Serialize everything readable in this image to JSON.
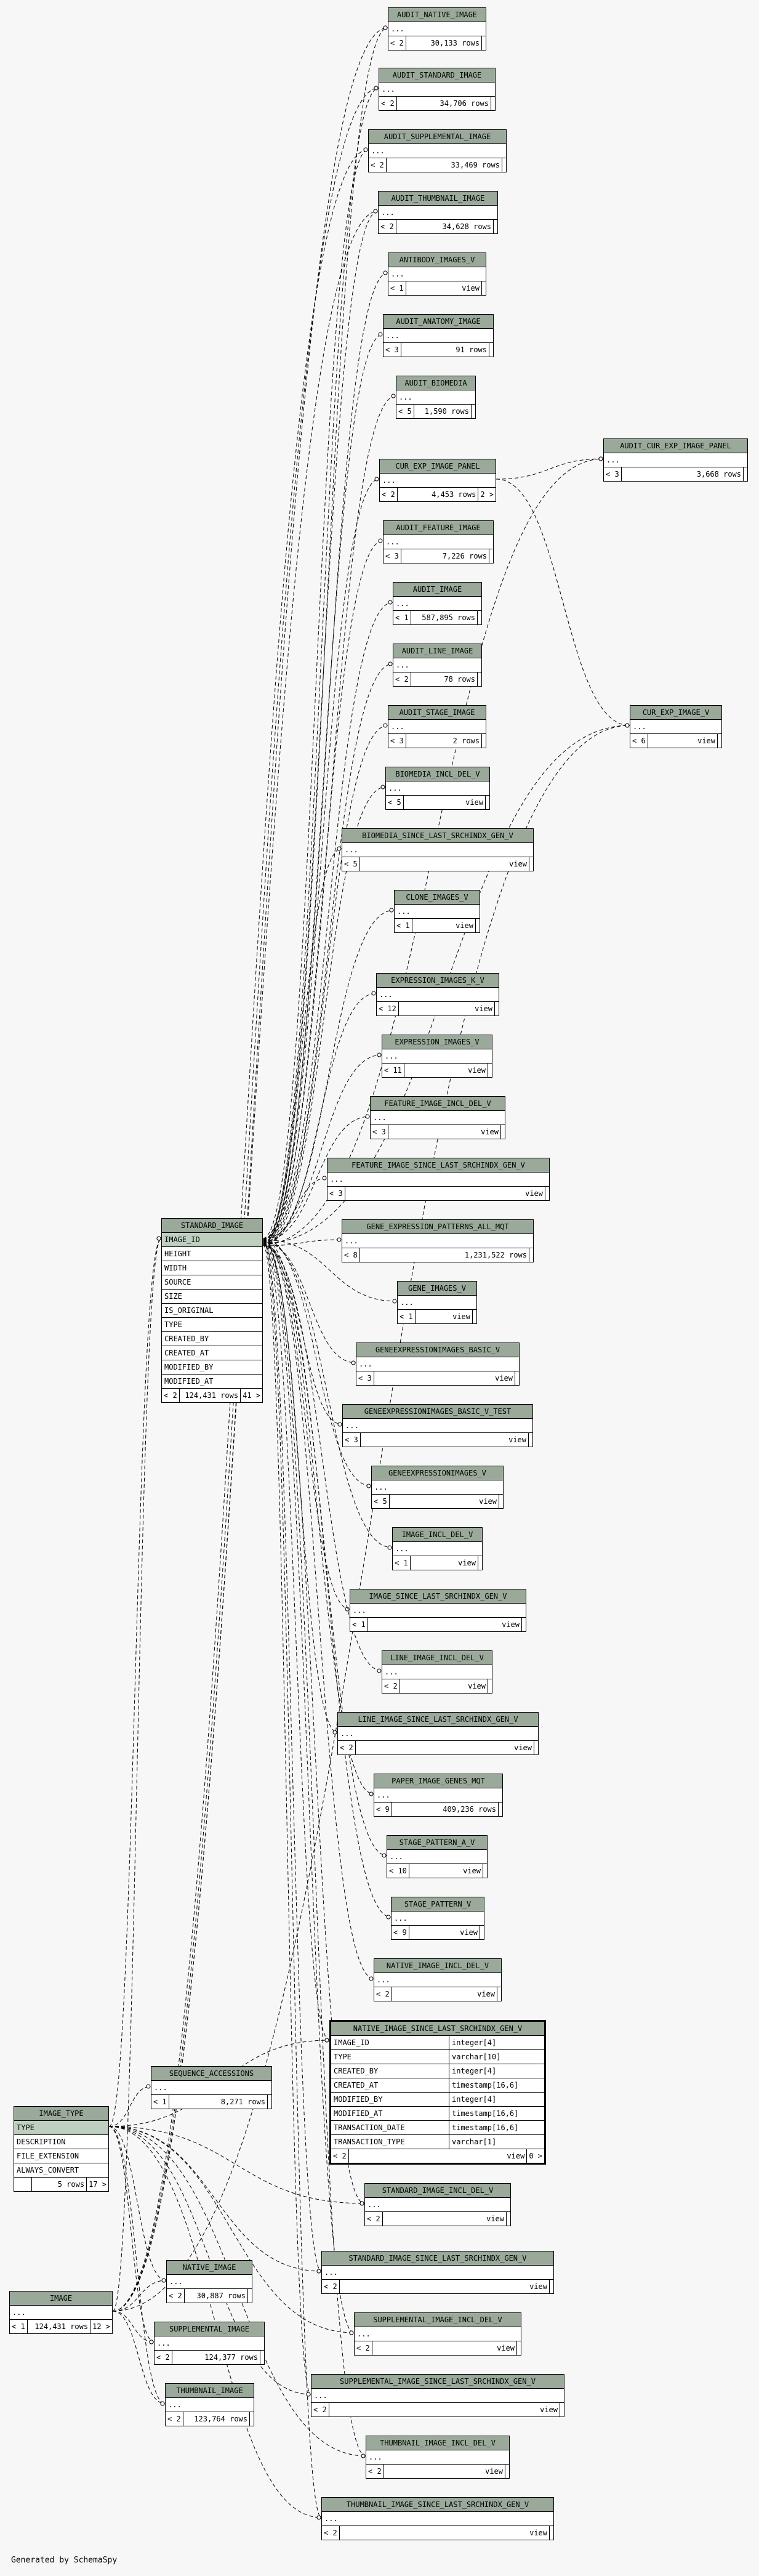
{
  "footer": "Generated by SchemaSpy",
  "colors": {
    "header": "#9aa99a",
    "pk_row": "#bfcfbf",
    "border": "#000000",
    "background": "#f7f7f7"
  },
  "tables": [
    {
      "id": "AUDIT_NATIVE_IMAGE",
      "name": "AUDIT_NATIVE_IMAGE",
      "ellipsis": "...",
      "rows": [
        "< 2",
        "30,133 rows",
        ""
      ]
    },
    {
      "id": "AUDIT_STANDARD_IMAGE",
      "name": "AUDIT_STANDARD_IMAGE",
      "ellipsis": "...",
      "rows": [
        "< 2",
        "34,706 rows",
        ""
      ]
    },
    {
      "id": "AUDIT_SUPPLEMENTAL_IMAGE",
      "name": "AUDIT_SUPPLEMENTAL_IMAGE",
      "ellipsis": "...",
      "rows": [
        "< 2",
        "33,469 rows",
        ""
      ]
    },
    {
      "id": "AUDIT_THUMBNAIL_IMAGE",
      "name": "AUDIT_THUMBNAIL_IMAGE",
      "ellipsis": "...",
      "rows": [
        "< 2",
        "34,628 rows",
        ""
      ]
    },
    {
      "id": "ANTIBODY_IMAGES_V",
      "name": "ANTIBODY_IMAGES_V",
      "ellipsis": "...",
      "rows": [
        "< 1",
        "view",
        ""
      ]
    },
    {
      "id": "AUDIT_ANATOMY_IMAGE",
      "name": "AUDIT_ANATOMY_IMAGE",
      "ellipsis": "...",
      "rows": [
        "< 3",
        "91 rows",
        ""
      ]
    },
    {
      "id": "AUDIT_BIOMEDIA",
      "name": "AUDIT_BIOMEDIA",
      "ellipsis": "...",
      "rows": [
        "< 5",
        "1,590 rows",
        ""
      ]
    },
    {
      "id": "CUR_EXP_IMAGE_PANEL",
      "name": "CUR_EXP_IMAGE_PANEL",
      "ellipsis": "...",
      "rows": [
        "< 2",
        "4,453 rows",
        "2 >"
      ]
    },
    {
      "id": "AUDIT_CUR_EXP_IMAGE_PANEL",
      "name": "AUDIT_CUR_EXP_IMAGE_PANEL",
      "ellipsis": "...",
      "rows": [
        "< 3",
        "3,668 rows",
        ""
      ]
    },
    {
      "id": "AUDIT_FEATURE_IMAGE",
      "name": "AUDIT_FEATURE_IMAGE",
      "ellipsis": "...",
      "rows": [
        "< 3",
        "7,226 rows",
        ""
      ]
    },
    {
      "id": "AUDIT_IMAGE",
      "name": "AUDIT_IMAGE",
      "ellipsis": "...",
      "rows": [
        "< 1",
        "587,895 rows",
        ""
      ]
    },
    {
      "id": "AUDIT_LINE_IMAGE",
      "name": "AUDIT_LINE_IMAGE",
      "ellipsis": "...",
      "rows": [
        "< 2",
        "78 rows",
        ""
      ]
    },
    {
      "id": "AUDIT_STAGE_IMAGE",
      "name": "AUDIT_STAGE_IMAGE",
      "ellipsis": "...",
      "rows": [
        "< 3",
        "2 rows",
        ""
      ]
    },
    {
      "id": "CUR_EXP_IMAGE_V",
      "name": "CUR_EXP_IMAGE_V",
      "ellipsis": "...",
      "rows": [
        "< 6",
        "view",
        ""
      ]
    },
    {
      "id": "BIOMEDIA_INCL_DEL_V",
      "name": "BIOMEDIA_INCL_DEL_V",
      "ellipsis": "...",
      "rows": [
        "< 5",
        "view",
        ""
      ]
    },
    {
      "id": "BIOMEDIA_SINCE_LAST_SRCHINDX_GEN_V",
      "name": "BIOMEDIA_SINCE_LAST_SRCHINDX_GEN_V",
      "ellipsis": "...",
      "rows": [
        "< 5",
        "view",
        ""
      ]
    },
    {
      "id": "CLONE_IMAGES_V",
      "name": "CLONE_IMAGES_V",
      "ellipsis": "...",
      "rows": [
        "< 1",
        "view",
        ""
      ]
    },
    {
      "id": "EXPRESSION_IMAGES_K_V",
      "name": "EXPRESSION_IMAGES_K_V",
      "ellipsis": "...",
      "rows": [
        "< 12",
        "view",
        ""
      ]
    },
    {
      "id": "EXPRESSION_IMAGES_V",
      "name": "EXPRESSION_IMAGES_V",
      "ellipsis": "...",
      "rows": [
        "< 11",
        "view",
        ""
      ]
    },
    {
      "id": "FEATURE_IMAGE_INCL_DEL_V",
      "name": "FEATURE_IMAGE_INCL_DEL_V",
      "ellipsis": "...",
      "rows": [
        "< 3",
        "view",
        ""
      ]
    },
    {
      "id": "FEATURE_IMAGE_SINCE_LAST_SRCHINDX_GEN_V",
      "name": "FEATURE_IMAGE_SINCE_LAST_SRCHINDX_GEN_V",
      "ellipsis": "...",
      "rows": [
        "< 3",
        "view",
        ""
      ]
    },
    {
      "id": "GENE_EXPRESSION_PATTERNS_ALL_MQT",
      "name": "GENE_EXPRESSION_PATTERNS_ALL_MQT",
      "ellipsis": "...",
      "rows": [
        "< 8",
        "1,231,522 rows",
        ""
      ]
    },
    {
      "id": "GENE_IMAGES_V",
      "name": "GENE_IMAGES_V",
      "ellipsis": "...",
      "rows": [
        "< 1",
        "view",
        ""
      ]
    },
    {
      "id": "GENEEXPRESSIONIMAGES_BASIC_V",
      "name": "GENEEXPRESSIONIMAGES_BASIC_V",
      "ellipsis": "...",
      "rows": [
        "< 3",
        "view",
        ""
      ]
    },
    {
      "id": "GENEEXPRESSIONIMAGES_BASIC_V_TEST",
      "name": "GENEEXPRESSIONIMAGES_BASIC_V_TEST",
      "ellipsis": "...",
      "rows": [
        "< 3",
        "view",
        ""
      ]
    },
    {
      "id": "GENEEXPRESSIONIMAGES_V",
      "name": "GENEEXPRESSIONIMAGES_V",
      "ellipsis": "...",
      "rows": [
        "< 5",
        "view",
        ""
      ]
    },
    {
      "id": "IMAGE_INCL_DEL_V",
      "name": "IMAGE_INCL_DEL_V",
      "ellipsis": "...",
      "rows": [
        "< 1",
        "view",
        ""
      ]
    },
    {
      "id": "IMAGE_SINCE_LAST_SRCHINDX_GEN_V",
      "name": "IMAGE_SINCE_LAST_SRCHINDX_GEN_V",
      "ellipsis": "...",
      "rows": [
        "< 1",
        "view",
        ""
      ]
    },
    {
      "id": "LINE_IMAGE_INCL_DEL_V",
      "name": "LINE_IMAGE_INCL_DEL_V",
      "ellipsis": "...",
      "rows": [
        "< 2",
        "view",
        ""
      ]
    },
    {
      "id": "LINE_IMAGE_SINCE_LAST_SRCHINDX_GEN_V",
      "name": "LINE_IMAGE_SINCE_LAST_SRCHINDX_GEN_V",
      "ellipsis": "...",
      "rows": [
        "< 2",
        "view",
        ""
      ]
    },
    {
      "id": "PAPER_IMAGE_GENES_MQT",
      "name": "PAPER_IMAGE_GENES_MQT",
      "ellipsis": "...",
      "rows": [
        "< 9",
        "409,236 rows",
        ""
      ]
    },
    {
      "id": "STAGE_PATTERN_A_V",
      "name": "STAGE_PATTERN_A_V",
      "ellipsis": "...",
      "rows": [
        "< 10",
        "view",
        ""
      ]
    },
    {
      "id": "STAGE_PATTERN_V",
      "name": "STAGE_PATTERN_V",
      "ellipsis": "...",
      "rows": [
        "< 9",
        "view",
        ""
      ]
    },
    {
      "id": "NATIVE_IMAGE_INCL_DEL_V",
      "name": "NATIVE_IMAGE_INCL_DEL_V",
      "ellipsis": "...",
      "rows": [
        "< 2",
        "view",
        ""
      ]
    },
    {
      "id": "STANDARD_IMAGE_INCL_DEL_V",
      "name": "STANDARD_IMAGE_INCL_DEL_V",
      "ellipsis": "...",
      "rows": [
        "< 2",
        "view",
        ""
      ]
    },
    {
      "id": "STANDARD_IMAGE_SINCE_LAST_SRCHINDX_GEN_V",
      "name": "STANDARD_IMAGE_SINCE_LAST_SRCHINDX_GEN_V",
      "ellipsis": "...",
      "rows": [
        "< 2",
        "view",
        ""
      ]
    },
    {
      "id": "SUPPLEMENTAL_IMAGE_INCL_DEL_V",
      "name": "SUPPLEMENTAL_IMAGE_INCL_DEL_V",
      "ellipsis": "...",
      "rows": [
        "< 2",
        "view",
        ""
      ]
    },
    {
      "id": "SUPPLEMENTAL_IMAGE_SINCE_LAST_SRCHINDX_GEN_V",
      "name": "SUPPLEMENTAL_IMAGE_SINCE_LAST_SRCHINDX_GEN_V",
      "ellipsis": "...",
      "rows": [
        "< 2",
        "view",
        ""
      ]
    },
    {
      "id": "THUMBNAIL_IMAGE_INCL_DEL_V",
      "name": "THUMBNAIL_IMAGE_INCL_DEL_V",
      "ellipsis": "...",
      "rows": [
        "< 2",
        "view",
        ""
      ]
    },
    {
      "id": "THUMBNAIL_IMAGE_SINCE_LAST_SRCHINDX_GEN_V",
      "name": "THUMBNAIL_IMAGE_SINCE_LAST_SRCHINDX_GEN_V",
      "ellipsis": "...",
      "rows": [
        "< 2",
        "view",
        ""
      ]
    },
    {
      "id": "SEQUENCE_ACCESSIONS",
      "name": "SEQUENCE_ACCESSIONS",
      "ellipsis": "...",
      "rows": [
        "< 1",
        "8,271 rows",
        ""
      ]
    },
    {
      "id": "NATIVE_IMAGE",
      "name": "NATIVE_IMAGE",
      "ellipsis": "...",
      "rows": [
        "< 2",
        "30,887 rows",
        ""
      ]
    },
    {
      "id": "SUPPLEMENTAL_IMAGE",
      "name": "SUPPLEMENTAL_IMAGE",
      "ellipsis": "...",
      "rows": [
        "< 2",
        "124,377 rows",
        ""
      ]
    },
    {
      "id": "THUMBNAIL_IMAGE",
      "name": "THUMBNAIL_IMAGE",
      "ellipsis": "...",
      "rows": [
        "< 2",
        "123,764 rows",
        ""
      ]
    },
    {
      "id": "IMAGE",
      "name": "IMAGE",
      "ellipsis": "...",
      "rows": [
        "< 1",
        "124,431 rows",
        "12 >"
      ]
    },
    {
      "id": "STANDARD_IMAGE",
      "name": "STANDARD_IMAGE",
      "columns": [
        "IMAGE_ID",
        "HEIGHT",
        "WIDTH",
        "SOURCE",
        "SIZE",
        "IS_ORIGINAL",
        "TYPE",
        "CREATED_BY",
        "CREATED_AT",
        "MODIFIED_BY",
        "MODIFIED_AT"
      ],
      "pk": [
        0
      ],
      "rows": [
        "< 2",
        "124,431 rows",
        "41 >"
      ]
    },
    {
      "id": "IMAGE_TYPE",
      "name": "IMAGE_TYPE",
      "columns": [
        "TYPE",
        "DESCRIPTION",
        "FILE_EXTENSION",
        "ALWAYS_CONVERT"
      ],
      "pk": [
        0
      ],
      "rows": [
        "",
        "5 rows",
        "17 >"
      ]
    },
    {
      "id": "NATIVE_IMAGE_SINCE_LAST_SRCHINDX_GEN_V",
      "name": "NATIVE_IMAGE_SINCE_LAST_SRCHINDX_GEN_V",
      "focus": true,
      "typed_columns": [
        {
          "name": "IMAGE_ID",
          "type": "integer[4]"
        },
        {
          "name": "TYPE",
          "type": "varchar[10]"
        },
        {
          "name": "CREATED_BY",
          "type": "integer[4]"
        },
        {
          "name": "CREATED_AT",
          "type": "timestamp[16,6]"
        },
        {
          "name": "MODIFIED_BY",
          "type": "integer[4]"
        },
        {
          "name": "MODIFIED_AT",
          "type": "timestamp[16,6]"
        },
        {
          "name": "TRANSACTION_DATE",
          "type": "timestamp[16,6]"
        },
        {
          "name": "TRANSACTION_TYPE",
          "type": "varchar[1]"
        }
      ],
      "rows": [
        "< 2",
        "view",
        "0 >"
      ]
    }
  ]
}
